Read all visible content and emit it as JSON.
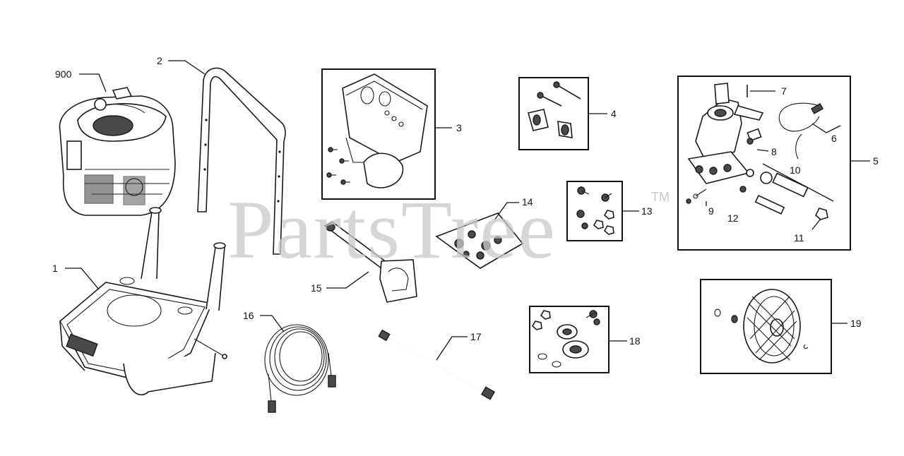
{
  "watermark": {
    "text": "PartsTree",
    "trademark": "TM"
  },
  "callouts": {
    "c900": "900",
    "c1": "1",
    "c2": "2",
    "c3": "3",
    "c4": "4",
    "c5": "5",
    "c6": "6",
    "c7": "7",
    "c8": "8",
    "c9": "9",
    "c10": "10",
    "c11": "11",
    "c12": "12",
    "c13": "13",
    "c14": "14",
    "c15": "15",
    "c16": "16",
    "c17": "17",
    "c18": "18",
    "c19": "19"
  }
}
